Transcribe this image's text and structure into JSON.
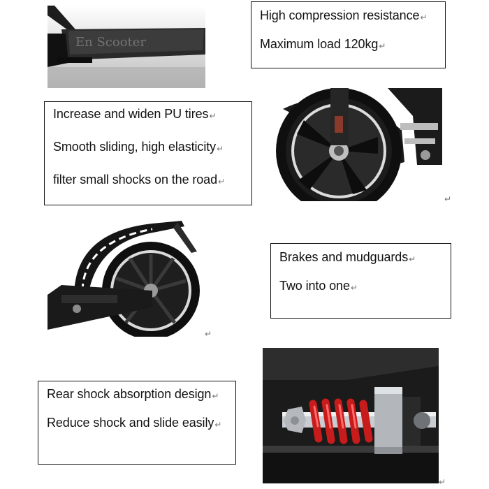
{
  "return_mark": "↵",
  "boxes": {
    "compression": {
      "lines": [
        "High compression resistance",
        "Maximum load 120kg"
      ]
    },
    "tires": {
      "lines": [
        "Increase and widen PU tires",
        "Smooth sliding, high  elasticity",
        " filter small shocks on the road"
      ]
    },
    "brakes": {
      "lines": [
        "Brakes and mudguards",
        "Two into one"
      ]
    },
    "shock": {
      "lines": [
        "Rear shock absorption design",
        "Reduce shock and slide easily"
      ]
    }
  },
  "icons": {
    "deck": "scooter-deck-photo",
    "front_wheel": "front-wheel-photo",
    "rear_wheel": "rear-wheel-mudguard-photo",
    "shock": "rear-shock-spring-photo"
  },
  "colors": {
    "border": "#111111",
    "spring": "#c81b1b",
    "metal": "#c9cdd2",
    "dark": "#141414"
  }
}
